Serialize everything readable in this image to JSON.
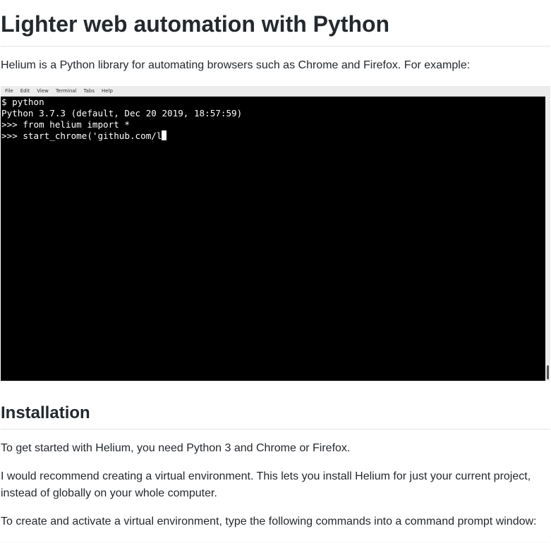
{
  "header": {
    "title": "Lighter web automation with Python"
  },
  "intro": {
    "text": "Helium is a Python library for automating browsers such as Chrome and Firefox. For example:"
  },
  "terminal": {
    "menu": [
      "File",
      "Edit",
      "View",
      "Terminal",
      "Tabs",
      "Help"
    ],
    "lines": [
      "$ python",
      "Python 3.7.3 (default, Dec 20 2019, 18:57:59)",
      ">>> from helium import *",
      ">>> start_chrome('github.com/l"
    ],
    "background": "#000000",
    "foreground": "#ffffff"
  },
  "installation": {
    "heading": "Installation",
    "p1": "To get started with Helium, you need Python 3 and Chrome or Firefox.",
    "p2": "I would recommend creating a virtual environment. This lets you install Helium for just your current project, instead of globally on your whole computer.",
    "p3": "To create and activate a virtual environment, type the following commands into a command prompt window:"
  }
}
